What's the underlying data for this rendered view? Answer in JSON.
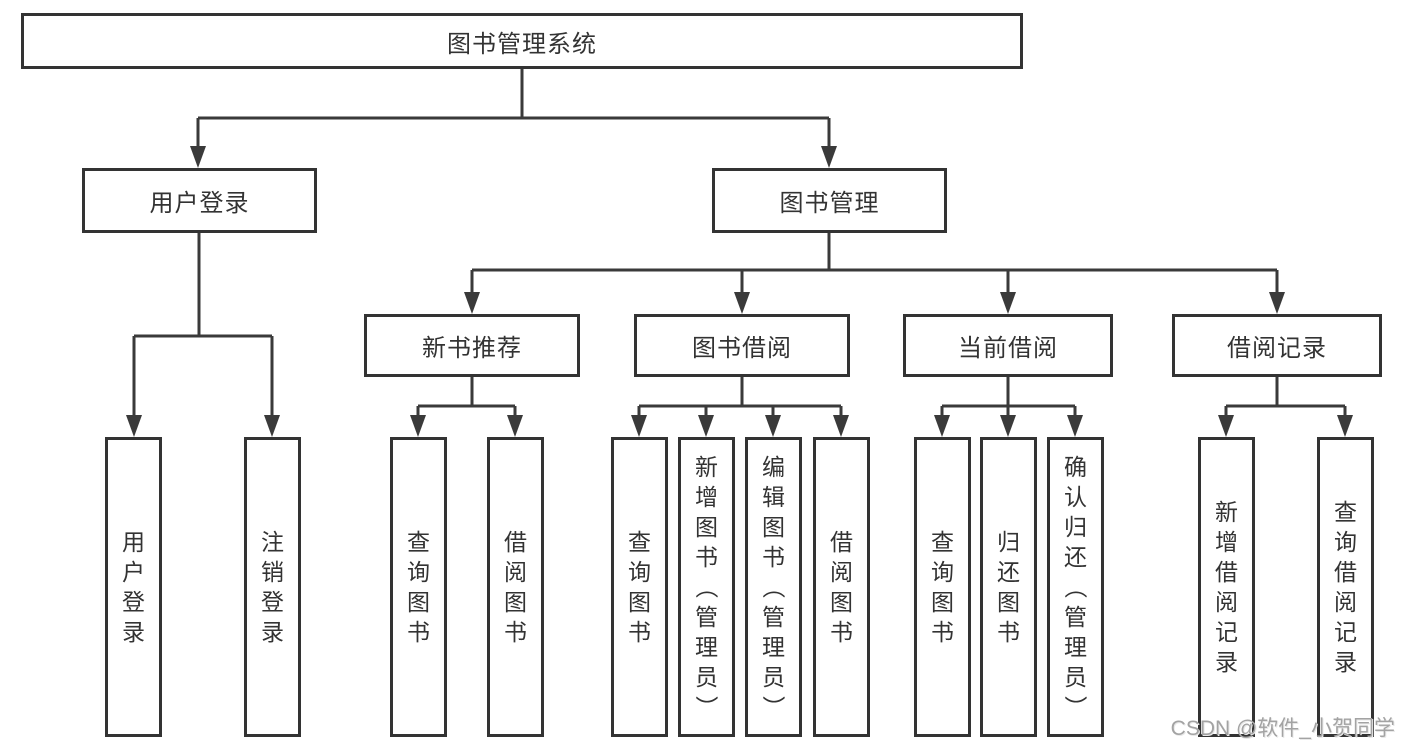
{
  "diagram": {
    "type": "tree",
    "root": {
      "label": "图书管理系统"
    },
    "level2": [
      {
        "label": "用户登录",
        "parent": "图书管理系统"
      },
      {
        "label": "图书管理",
        "parent": "图书管理系统"
      }
    ],
    "level3": [
      {
        "label": "新书推荐",
        "parent": "图书管理"
      },
      {
        "label": "图书借阅",
        "parent": "图书管理"
      },
      {
        "label": "当前借阅",
        "parent": "图书管理"
      },
      {
        "label": "借阅记录",
        "parent": "图书管理"
      }
    ],
    "leaves": [
      {
        "label": "用户登录",
        "parent": "用户登录"
      },
      {
        "label": "注销登录",
        "parent": "用户登录"
      },
      {
        "label": "查询图书",
        "parent": "新书推荐"
      },
      {
        "label": "借阅图书",
        "parent": "新书推荐"
      },
      {
        "label": "查询图书",
        "parent": "图书借阅"
      },
      {
        "label": "新增图书（管理员）",
        "parent": "图书借阅"
      },
      {
        "label": "编辑图书（管理员）",
        "parent": "图书借阅"
      },
      {
        "label": "借阅图书",
        "parent": "图书借阅"
      },
      {
        "label": "查询图书",
        "parent": "当前借阅"
      },
      {
        "label": "归还图书",
        "parent": "当前借阅"
      },
      {
        "label": "确认归还（管理员）",
        "parent": "当前借阅"
      },
      {
        "label": "新增借阅记录",
        "parent": "借阅记录"
      },
      {
        "label": "查询借阅记录",
        "parent": "借阅记录"
      }
    ],
    "watermark": "CSDN @软件_小贺同学",
    "colors": {
      "line": "#3a3a3a",
      "box_border": "#333333",
      "text": "#333333",
      "background": "#ffffff",
      "watermark": "#a3a3a3"
    }
  }
}
